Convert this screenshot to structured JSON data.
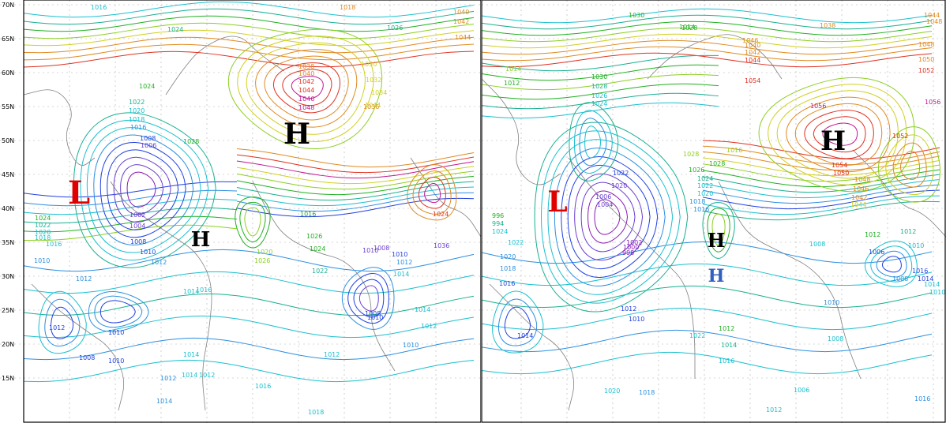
{
  "left_panel": {
    "lat_labels": [
      "70N",
      "65N",
      "60N",
      "55N",
      "50N",
      "45N",
      "40N",
      "35N",
      "30N",
      "25N",
      "20N",
      "15N"
    ],
    "centers": [
      {
        "name": "H",
        "color": "#000000"
      },
      {
        "name": "L",
        "color": "#e00000"
      },
      {
        "name": "H",
        "color": "#000000"
      }
    ],
    "isobar_labels": [
      "1016",
      "1018",
      "1024",
      "1026",
      "1030",
      "1032",
      "1034",
      "1036",
      "1038",
      "1040",
      "1042",
      "1044",
      "1046",
      "1048",
      "1040",
      "1042",
      "1044",
      "1028",
      "1024",
      "1022",
      "1020",
      "1018",
      "1016",
      "1008",
      "1006",
      "1002",
      "1004",
      "1008",
      "1010",
      "1012",
      "1024",
      "1022",
      "1020",
      "1018",
      "1016",
      "1010",
      "1012",
      "1014",
      "1012",
      "1010",
      "1008",
      "1010",
      "1012",
      "1014",
      "1016",
      "1018",
      "1014",
      "1012",
      "1010",
      "1008",
      "1010",
      "1012",
      "1014",
      "1016",
      "1026",
      "1024",
      "1022",
      "1020",
      "1026",
      "1024",
      "1044",
      "1036",
      "1010",
      "1008",
      "1010",
      "1014",
      "1012",
      "1016",
      "1014",
      "1012",
      "1014",
      "1016"
    ]
  },
  "right_panel": {
    "lat_labels": [],
    "centers": [
      {
        "name": "H",
        "color": "#000000"
      },
      {
        "name": "L",
        "color": "#e00000"
      },
      {
        "name": "H",
        "color": "#000000"
      },
      {
        "name": "H",
        "color": "#3060c0"
      }
    ],
    "isobar_labels": [
      "1030",
      "1028",
      "1038",
      "1044",
      "1046",
      "1048",
      "1040",
      "1042",
      "1044",
      "1048",
      "1050",
      "1052",
      "1054",
      "1056",
      "1056",
      "1052",
      "1054",
      "1050",
      "1048",
      "1046",
      "1042",
      "1044",
      "1028",
      "1026",
      "1024",
      "1022",
      "1020",
      "1018",
      "1016",
      "1014",
      "1012",
      "1030",
      "1028",
      "1026",
      "1024",
      "1022",
      "1020",
      "1006",
      "1004",
      "1002",
      "1000",
      "998",
      "996",
      "994",
      "1024",
      "1022",
      "1020",
      "1018",
      "1016",
      "1014",
      "1012",
      "1010",
      "1008",
      "1006",
      "1010",
      "1008",
      "1012",
      "1014",
      "1016",
      "1022",
      "1020",
      "1018",
      "1016",
      "1014",
      "1012",
      "1010",
      "1008",
      "1006",
      "1012",
      "1016",
      "1014",
      "1010",
      "1012",
      "1014",
      "1016",
      "1028",
      "1026",
      "1024"
    ]
  },
  "colors": {
    "purple": "#8a1ab0",
    "violet": "#6a3fd0",
    "blue": "#2040e0",
    "sky": "#2b8fe0",
    "cyan": "#19c0d0",
    "teal": "#19b090",
    "green": "#20b020",
    "lime": "#8ccf20",
    "yellow": "#d0d020",
    "orange": "#e08a20",
    "red": "#e03020",
    "magenta": "#c01890",
    "coast": "#808080"
  }
}
